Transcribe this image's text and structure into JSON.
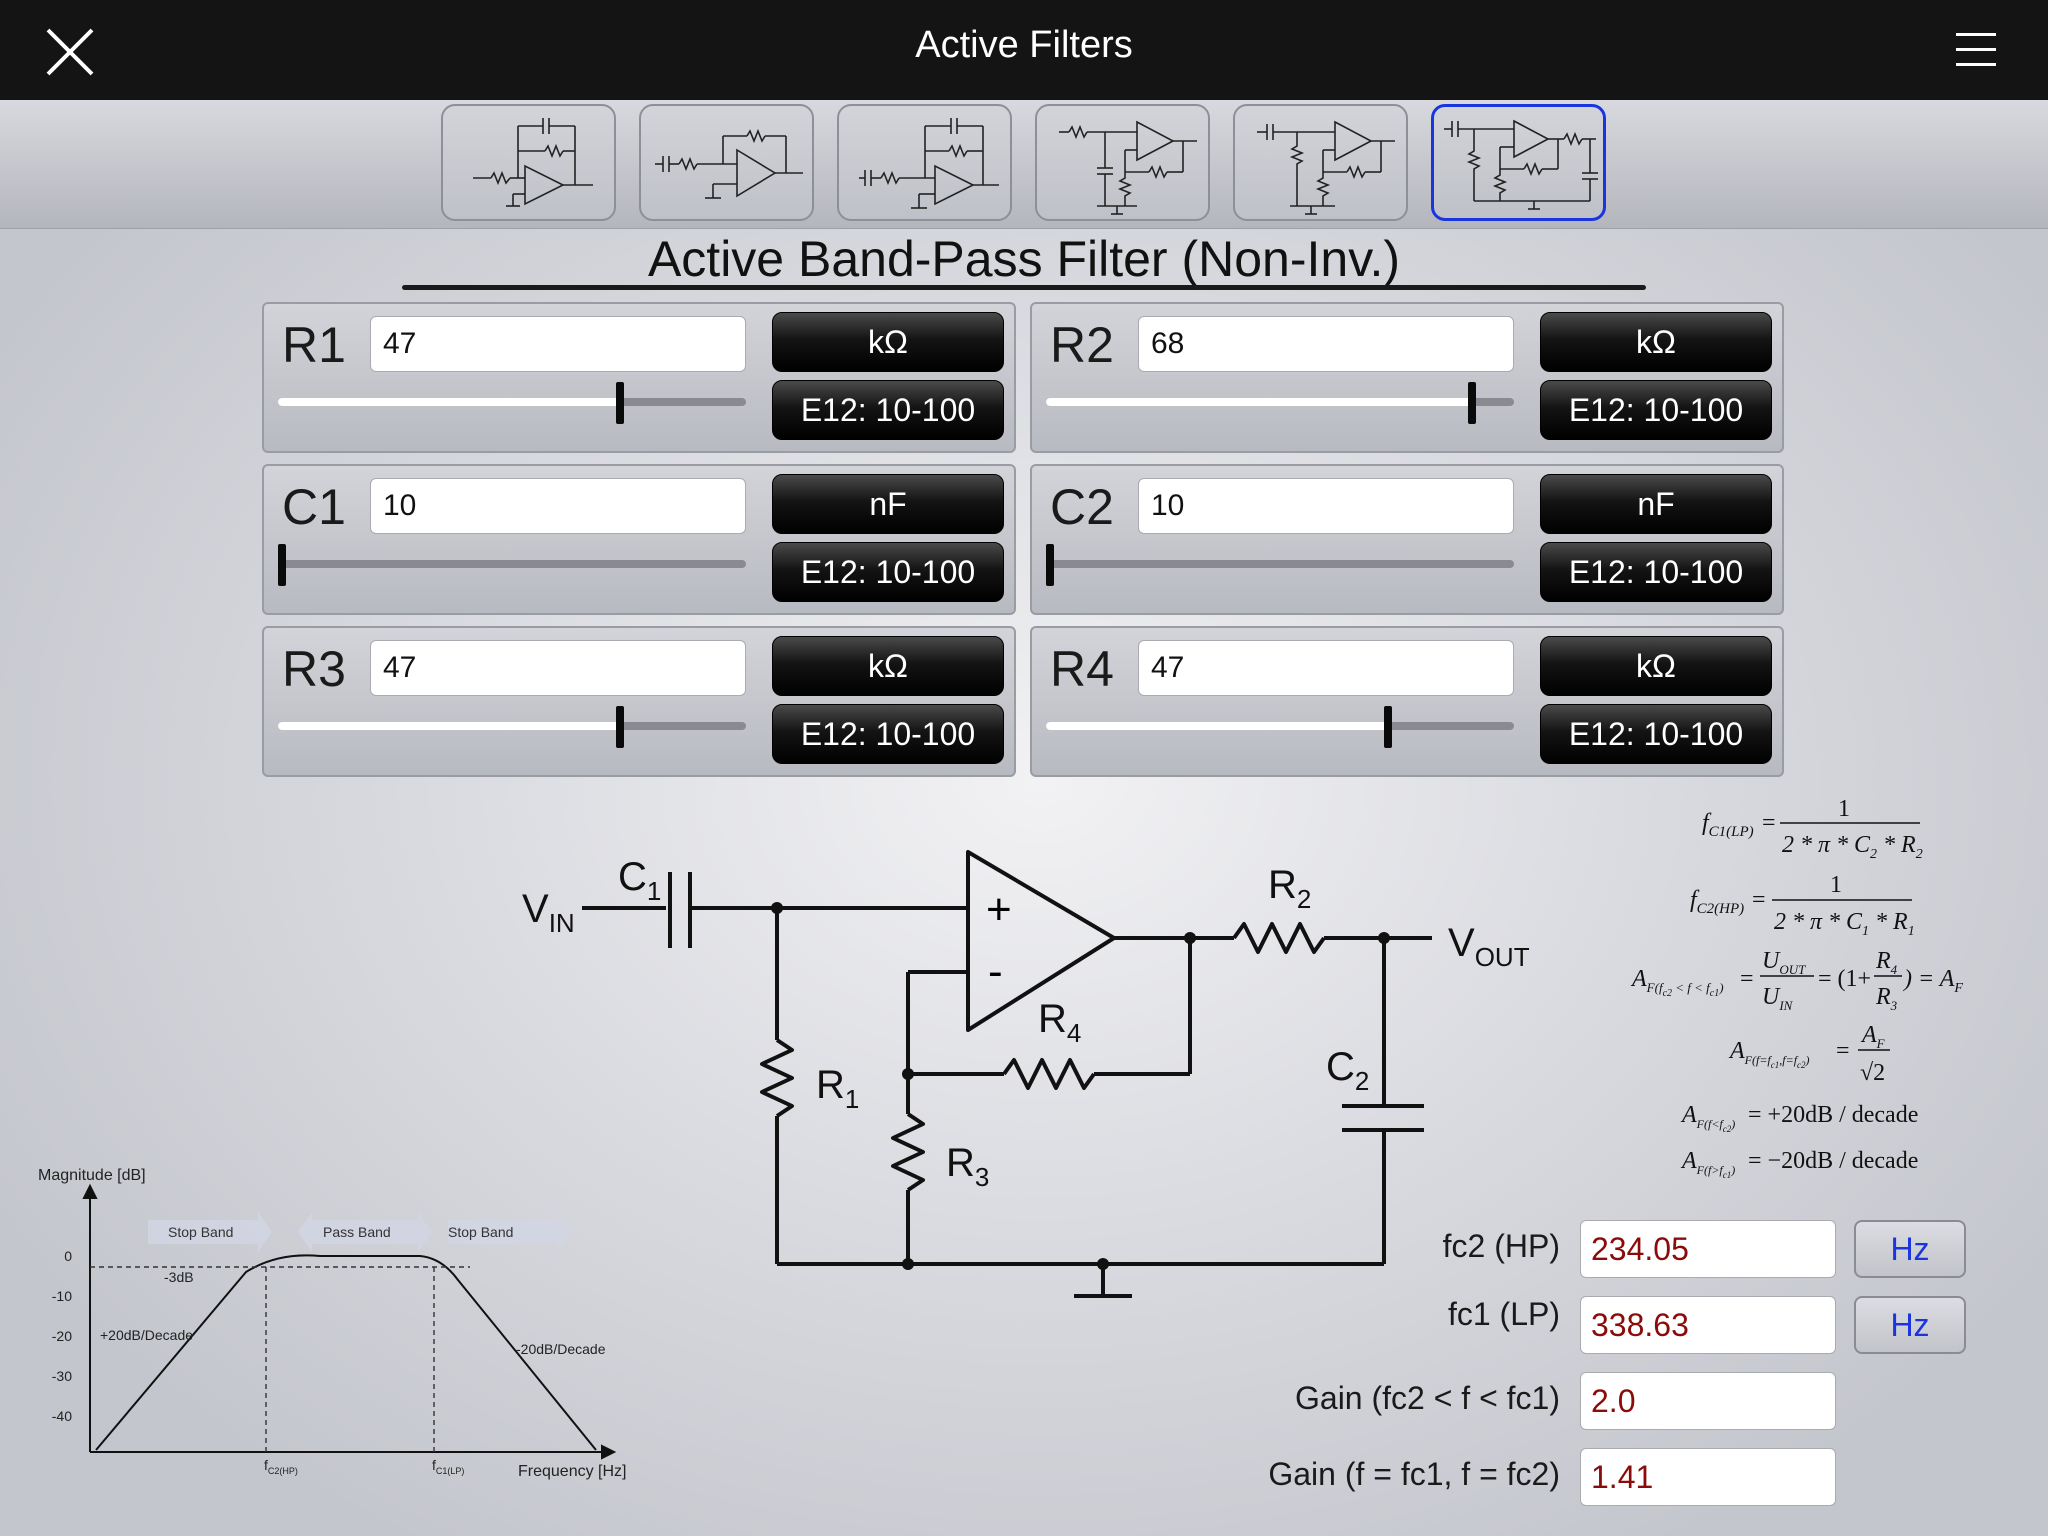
{
  "app": {
    "title": "Active Filters"
  },
  "page": {
    "heading": "Active Band-Pass Filter (Non-Inv.)"
  },
  "thumbnails": [
    {
      "name": "active-low-pass-inverting"
    },
    {
      "name": "active-high-pass-inverting"
    },
    {
      "name": "active-band-pass-inverting"
    },
    {
      "name": "active-low-pass-non-inverting"
    },
    {
      "name": "active-high-pass-non-inverting"
    },
    {
      "name": "active-band-pass-non-inverting",
      "selected": true
    }
  ],
  "components": [
    {
      "label": "R1",
      "value": "47",
      "unit": "kΩ",
      "series": "E12: 10-100",
      "slider": 0.73
    },
    {
      "label": "R2",
      "value": "68",
      "unit": "kΩ",
      "series": "E12: 10-100",
      "slider": 0.91
    },
    {
      "label": "C1",
      "value": "10",
      "unit": "nF",
      "series": "E12: 10-100",
      "slider": 0.0
    },
    {
      "label": "C2",
      "value": "10",
      "unit": "nF",
      "series": "E12: 10-100",
      "slider": 0.0
    },
    {
      "label": "R3",
      "value": "47",
      "unit": "kΩ",
      "series": "E12: 10-100",
      "slider": 0.73
    },
    {
      "label": "R4",
      "value": "47",
      "unit": "kΩ",
      "series": "E12: 10-100",
      "slider": 0.73
    }
  ],
  "schematic": {
    "vin": "V",
    "vin_sub": "IN",
    "vout": "V",
    "vout_sub": "OUT",
    "c1": "C",
    "c1_sub": "1",
    "c2": "C",
    "c2_sub": "2",
    "r1": "R",
    "r1_sub": "1",
    "r2": "R",
    "r2_sub": "2",
    "r3": "R",
    "r3_sub": "3",
    "r4": "R",
    "r4_sub": "4",
    "plus": "+",
    "minus": "-"
  },
  "bode": {
    "ylabel": "Magnitude [dB]",
    "xlabel": "Frequency [Hz]",
    "yticks": [
      "0",
      "-10",
      "-20",
      "-30",
      "-40"
    ],
    "minus3db": "-3dB",
    "slope_up": "+20dB/Decade",
    "slope_down": "-20dB/Decade",
    "band_stop_left": "Stop Band",
    "band_pass": "Pass Band",
    "band_stop_right": "Stop Band",
    "fc2_label": "f",
    "fc2_sub": "C2(HP)",
    "fc1_label": "f",
    "fc1_sub": "C1(LP)"
  },
  "formulas": {
    "one": "1",
    "f_lp_sub": "C1(LP)",
    "f_hp_sub": "C2(HP)",
    "den_lp": "2 * π * C",
    "den_hp": "2 * π * C",
    "u_out_sub": "OUT",
    "u_in_sub": "IN",
    "paren_open": "= (1+",
    "paren_close": ") = A",
    "slope_up": "= +20dB / decade",
    "slope_down": "= −20dB / decade"
  },
  "results": [
    {
      "label": "fc2 (HP)",
      "value": "234.05",
      "unit": "Hz"
    },
    {
      "label": "fc1 (LP)",
      "value": "338.63",
      "unit": "Hz"
    },
    {
      "label": "Gain (fc2 < f < fc1)",
      "value": "2.0"
    },
    {
      "label": "Gain (f = fc1, f = fc2)",
      "value": "1.41"
    }
  ],
  "colors": {
    "topbar": "#141414",
    "selected_border": "#1a35e0",
    "result_text": "#8b0b0b",
    "unit_link": "#1a35e0"
  }
}
